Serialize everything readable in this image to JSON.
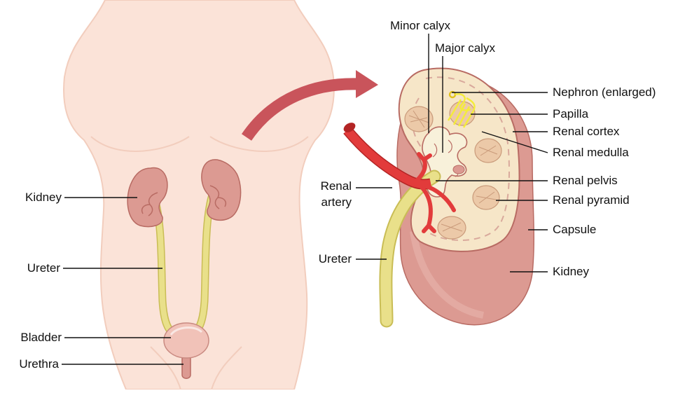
{
  "colors": {
    "skin": "#fbe3d8",
    "skin_outline": "#f2cdbd",
    "kidney": "#dc9a92",
    "kidney_dark": "#b86b63",
    "ureter": "#e9e08a",
    "ureter_outline": "#c9bd55",
    "artery": "#e23b3b",
    "arrow": "#c9545b",
    "cortex": "#f6e6c8",
    "pyramid": "#ecc9a8",
    "nephron": "#f4ec3a",
    "capsule": "#e6a79f",
    "leader": "#111111"
  },
  "body_labels": {
    "kidney": "Kidney",
    "ureter": "Ureter",
    "bladder": "Bladder",
    "urethra": "Urethra"
  },
  "detail_labels": {
    "minor_calyx": "Minor calyx",
    "major_calyx": "Major calyx",
    "nephron": "Nephron (enlarged)",
    "papilla": "Papilla",
    "renal_cortex": "Renal cortex",
    "renal_medulla": "Renal medulla",
    "renal_pelvis": "Renal pelvis",
    "renal_pyramid": "Renal pyramid",
    "capsule": "Capsule",
    "kidney": "Kidney",
    "renal_artery_line1": "Renal",
    "renal_artery_line2": "artery",
    "ureter": "Ureter"
  }
}
